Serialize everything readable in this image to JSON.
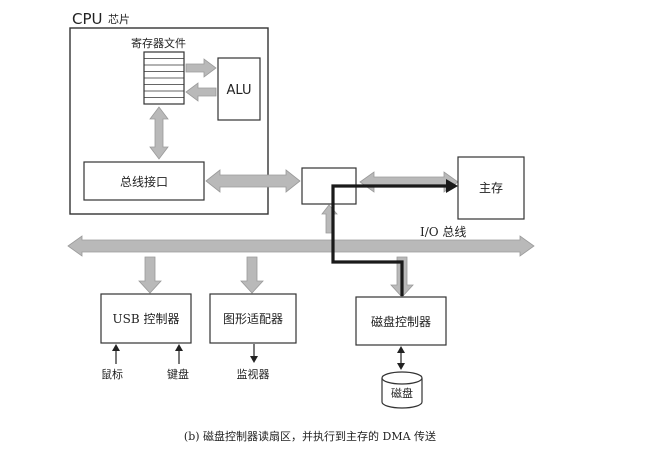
{
  "cpu": {
    "title_en": "CPU",
    "title_cn": "芯片",
    "register_file": "寄存器文件",
    "alu": "ALU",
    "bus_interface": "总线接口"
  },
  "main_memory": "主存",
  "io_bus": "I/O 总线",
  "controllers": {
    "usb": "USB 控制器",
    "graphics": "图形适配器",
    "disk": "磁盘控制器"
  },
  "devices": {
    "mouse": "鼠标",
    "keyboard": "键盘",
    "monitor": "监视器",
    "disk": "磁盘"
  },
  "caption": "(b) 磁盘控制器读扇区，并执行到主存的 DMA 传送"
}
